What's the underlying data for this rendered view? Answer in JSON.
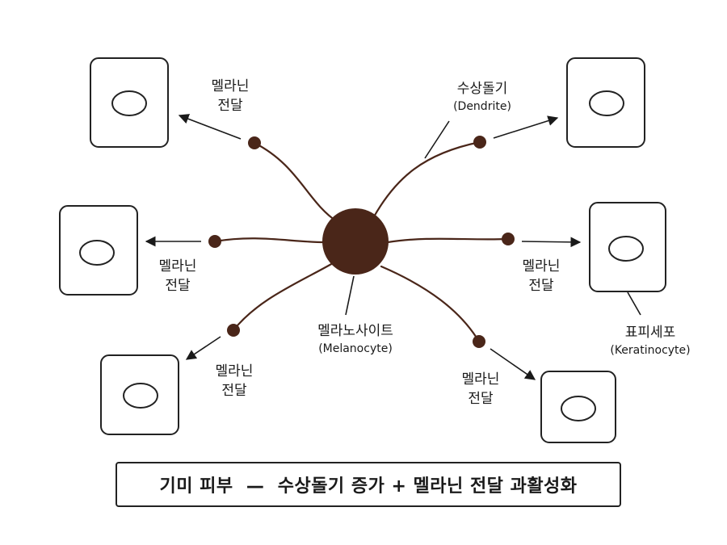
{
  "labels": {
    "transfer_top_left": [
      "멜라닌",
      "전달"
    ],
    "transfer_mid_left": [
      "멜라닌",
      "전달"
    ],
    "transfer_bottom_left": [
      "멜라닌",
      "전달"
    ],
    "transfer_mid_right": [
      "멜라닌",
      "전달"
    ],
    "transfer_bottom_right": [
      "멜라닌",
      "전달"
    ],
    "dendrite": {
      "main": "수상돌기",
      "sub": "(Dendrite)"
    },
    "melanocyte": {
      "main": "멜라노사이트",
      "sub": "(Melanocyte)"
    },
    "keratinocyte": {
      "main": "표피세포",
      "sub": "(Keratinocyte)"
    }
  },
  "caption": "기미 피부  —  수상돌기 증가 + 멜라닌 전달 과활성화",
  "colors": {
    "melanocyte": "#4a2619",
    "granule": "#4a2619",
    "line": "#1a1a1a",
    "cell_border": "#222222"
  }
}
